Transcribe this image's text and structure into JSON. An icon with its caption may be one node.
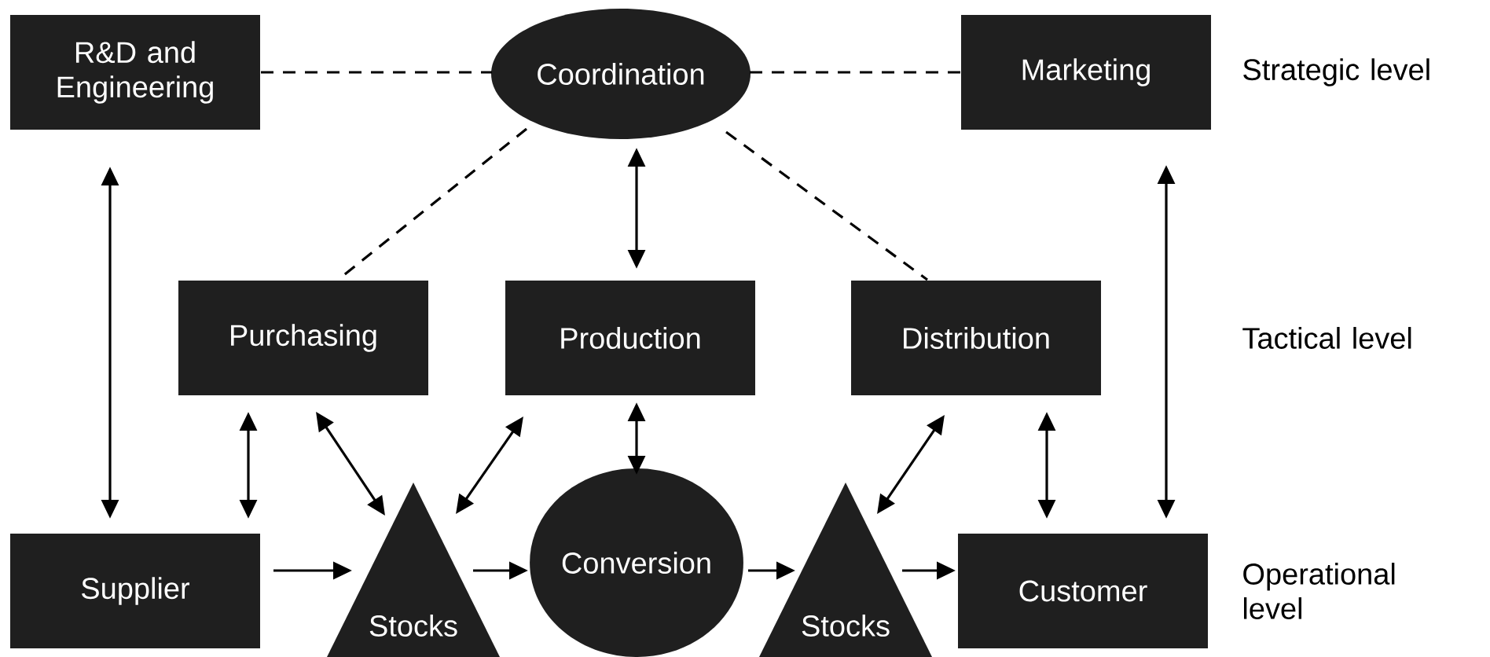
{
  "diagram": {
    "nodes": [
      {
        "text": [
          "R&D and Engineering"
        ]
      },
      {
        "text": [
          "Coordination"
        ]
      },
      {
        "text": [
          "Marketing"
        ]
      },
      {
        "text": [
          "Purchasing"
        ]
      },
      {
        "text": [
          "Production"
        ]
      },
      {
        "text": [
          "Distribution"
        ]
      },
      {
        "text": [
          "Supplier"
        ]
      },
      {
        "text": [
          "Stocks"
        ]
      },
      {
        "text": [
          "Conversion"
        ]
      },
      {
        "text": [
          "Stocks"
        ]
      },
      {
        "text": [
          "Customer"
        ]
      }
    ],
    "edges": [
      {
        "from": 0,
        "to": 1,
        "arrow": "none",
        "style": "dashed"
      },
      {
        "from": 1,
        "to": 2,
        "arrow": "none",
        "style": "dashed"
      },
      {
        "from": 1,
        "to": 3,
        "arrow": "none",
        "style": "dashed"
      },
      {
        "from": 1,
        "to": 5,
        "arrow": "none",
        "style": "dashed"
      },
      {
        "from": 1,
        "to": 4,
        "arrow": "both"
      },
      {
        "from": 0,
        "to": 6,
        "arrow": "both"
      },
      {
        "from": 2,
        "to": 10,
        "arrow": "both"
      },
      {
        "from": 3,
        "to": 6,
        "arrow": "both"
      },
      {
        "from": 3,
        "to": 7,
        "arrow": "both"
      },
      {
        "from": 4,
        "to": 7,
        "arrow": "both"
      },
      {
        "from": 4,
        "to": 8,
        "arrow": "both"
      },
      {
        "from": 5,
        "to": 9,
        "arrow": "both"
      },
      {
        "from": 5,
        "to": 10,
        "arrow": "both"
      },
      {
        "from": 6,
        "to": 7,
        "arrow": "to"
      },
      {
        "from": 7,
        "to": 8,
        "arrow": "to"
      },
      {
        "from": 8,
        "to": 9,
        "arrow": "to"
      },
      {
        "from": 9,
        "to": 10,
        "arrow": "to"
      }
    ],
    "labels": [
      "Strategic level",
      "Tactical level",
      "Operational level"
    ]
  }
}
